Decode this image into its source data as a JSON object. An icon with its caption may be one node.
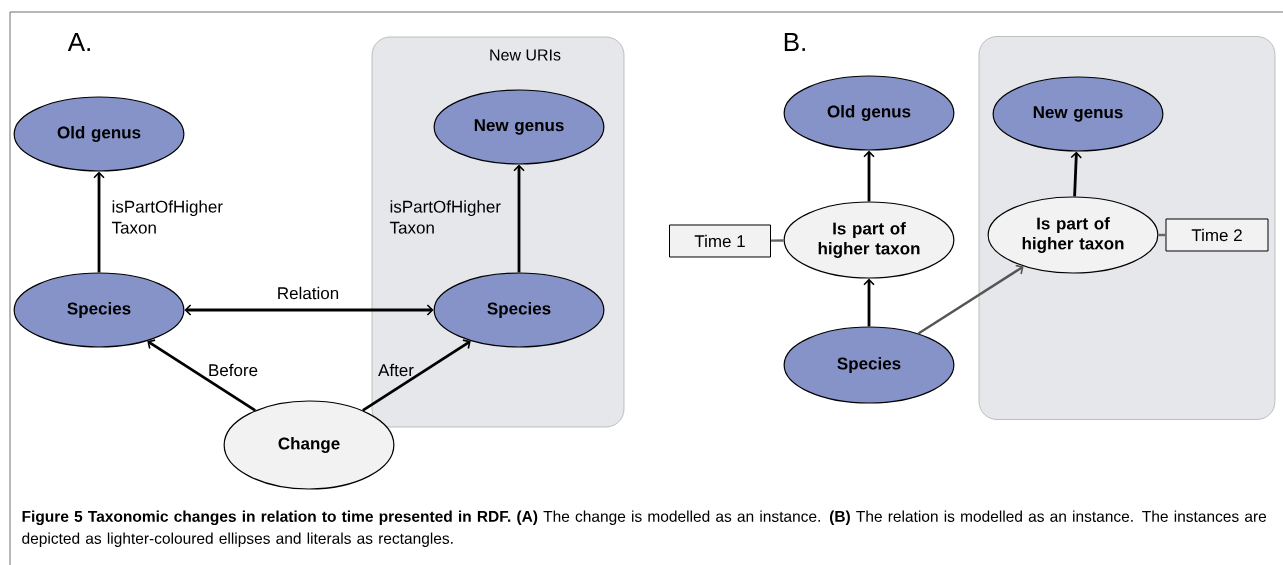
{
  "diagram": {
    "caption": "**Figure 5 Taxonomic changes in relation to time presented in RDF. (A)** The change is modelled as an instance. **(B)** The relation is modelled as an instance. The instances are depicted as lighter-coloured ellipses and literals as rectangles.",
    "nodes": [
      {
        "text": [
          "New URIs"
        ]
      },
      {
        "text": [
          "Old genus"
        ]
      },
      {
        "text": [
          "New genus"
        ],
        "in": 0
      },
      {
        "text": [
          "Species"
        ]
      },
      {
        "text": [
          "Species"
        ],
        "in": 0
      },
      {
        "text": [
          "Change"
        ]
      },
      {
        "text": [],
        "shape": "box"
      },
      {
        "text": [
          "Old genus"
        ]
      },
      {
        "text": [
          "New genus"
        ],
        "in": 6
      },
      {
        "text": [
          "Time 1"
        ]
      },
      {
        "text": [
          "Is part of higher taxon"
        ]
      },
      {
        "text": [
          "Is part of higher taxon"
        ],
        "in": 6
      },
      {
        "text": [
          "Time 2"
        ],
        "in": 6
      },
      {
        "text": [
          "Species"
        ]
      }
    ],
    "edges": [
      {
        "from": 3,
        "to": 1,
        "arrow": "to",
        "label": "isPartOfHigher Taxon"
      },
      {
        "from": 4,
        "to": 2,
        "arrow": "to",
        "label": "isPartOfHigher Taxon"
      },
      {
        "from": 3,
        "to": 4,
        "arrow": "both",
        "label": "Relation"
      },
      {
        "from": 5,
        "to": 3,
        "arrow": "to",
        "label": "Before"
      },
      {
        "from": 5,
        "to": 4,
        "arrow": "to",
        "label": "After"
      },
      {
        "from": 10,
        "to": 7,
        "arrow": "to"
      },
      {
        "from": 11,
        "to": 8,
        "arrow": "to"
      },
      {
        "from": 13,
        "to": 10,
        "arrow": "to"
      },
      {
        "from": 13,
        "to": 11,
        "arrow": "to",
        "color": "#555555"
      },
      {
        "from": 9,
        "to": 10,
        "arrow": "none",
        "color": "#666666"
      },
      {
        "from": 11,
        "to": 12,
        "arrow": "none",
        "color": "#666666"
      }
    ],
    "labels": [
      "A.",
      "B."
    ]
  }
}
